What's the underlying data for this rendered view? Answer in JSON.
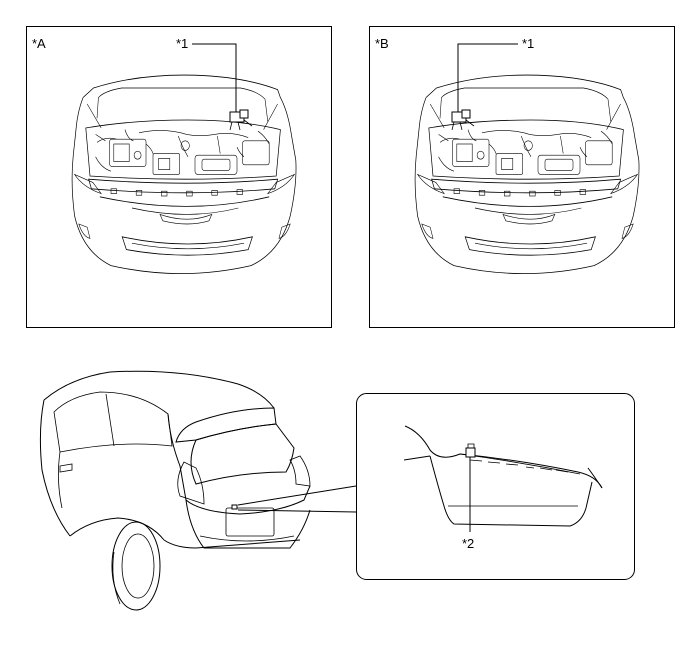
{
  "panels": {
    "a": {
      "label": "*A",
      "callout": "*1"
    },
    "b": {
      "label": "*B",
      "callout": "*1"
    },
    "detail": {
      "callout": "*2"
    }
  },
  "colors": {
    "line": "#000000",
    "background": "#ffffff"
  }
}
